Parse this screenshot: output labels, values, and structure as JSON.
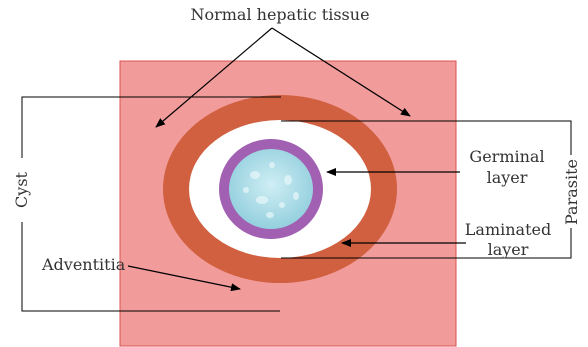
{
  "labels": {
    "normal_tissue": "Normal hepatic tissue",
    "cyst": "Cyst",
    "parasite": "Parasite",
    "germinal_1": "Germinal",
    "germinal_2": "layer",
    "laminated_1": "Laminated",
    "laminated_2": "layer",
    "adventitia": "Adventitia"
  },
  "colors": {
    "tissue": "#f19b9a",
    "tissue_border": "#d9534f",
    "adventitia": "#d0603f",
    "laminated": "#ffffff",
    "germinal": "#a160b1",
    "cyst_fluid": "#a9dbe6",
    "line": "#000000"
  }
}
